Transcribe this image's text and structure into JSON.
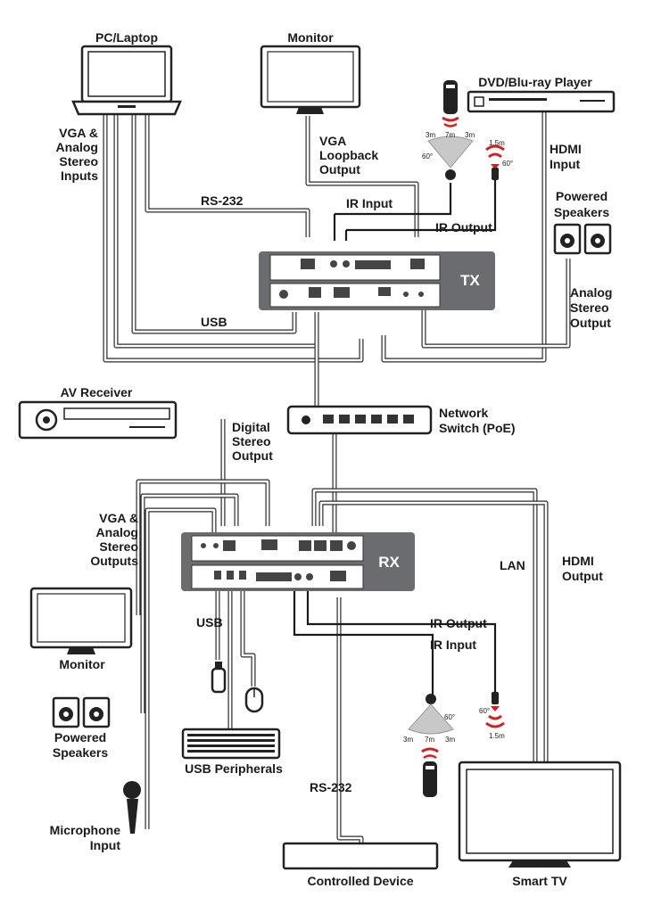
{
  "devices": {
    "pc": "PC/Laptop",
    "monitor_top": "Monitor",
    "dvd": "DVD/Blu-ray Player",
    "speakers_top": [
      "Powered",
      "Speakers"
    ],
    "av_receiver": "AV Receiver",
    "network_switch": [
      "Network",
      "Switch (PoE)"
    ],
    "monitor_bottom": "Monitor",
    "speakers_bottom": [
      "Powered",
      "Speakers"
    ],
    "usb_peripherals": "USB Peripherals",
    "microphone": [
      "Microphone",
      "Input"
    ],
    "controlled_device": "Controlled Device",
    "smart_tv": "Smart TV",
    "tx": "TX",
    "rx": "RX"
  },
  "connections": {
    "vga_inputs": [
      "VGA &",
      "Analog",
      "Stereo",
      "Inputs"
    ],
    "vga_loopback": [
      "VGA",
      "Loopback",
      "Output"
    ],
    "rs232_top": "RS-232",
    "ir_input_top": "IR Input",
    "ir_output_top": "IR Output",
    "hdmi_input": [
      "HDMI",
      "Input"
    ],
    "usb_top": "USB",
    "analog_stereo_output": [
      "Analog",
      "Stereo",
      "Output"
    ],
    "digital_stereo_output": [
      "Digital",
      "Stereo",
      "Output"
    ],
    "vga_outputs": [
      "VGA &",
      "Analog",
      "Stereo",
      "Outputs"
    ],
    "usb_bottom": "USB",
    "lan": "LAN",
    "hdmi_output": [
      "HDMI",
      "Output"
    ],
    "ir_output_bottom": "IR Output",
    "ir_input_bottom": "IR Input",
    "rs232_bottom": "RS-232"
  },
  "ir_ranges": {
    "top_left": "3m",
    "top_mid": "7m",
    "top_right": "3m",
    "top_angle": "60°",
    "top_emitter_dist": "1.5m",
    "top_emitter_angle": "60°",
    "bottom_left": "3m",
    "bottom_mid": "7m",
    "bottom_right": "3m",
    "bottom_angle": "60°",
    "bottom_emitter_dist": "1.5m",
    "bottom_emitter_angle": "60°"
  }
}
